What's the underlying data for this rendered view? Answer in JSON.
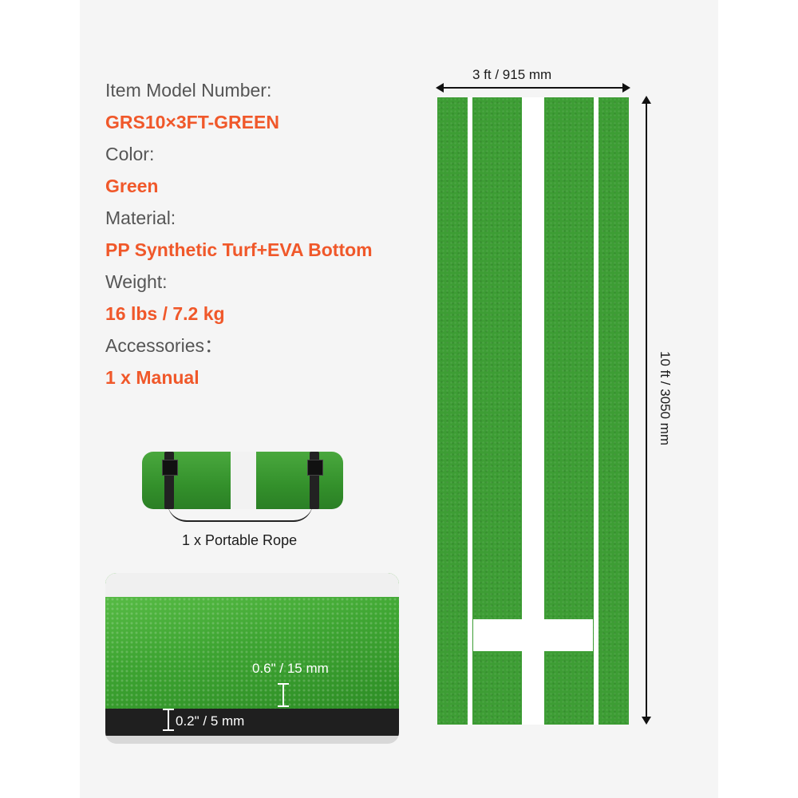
{
  "specs": {
    "model_label": "Item Model Number:",
    "model_value": "GRS10×3FT-GREEN",
    "color_label": "Color:",
    "color_value": "Green",
    "material_label": "Material:",
    "material_value": "PP Synthetic Turf+EVA Bottom",
    "weight_label": "Weight:",
    "weight_value": "16 lbs / 7.2 kg",
    "accessories_label": "Accessories：",
    "accessories_value": "1 x Manual"
  },
  "dimensions": {
    "width": "3 ft  /  915 mm",
    "length": "10 ft  /  3050 mm"
  },
  "accessory": {
    "caption": "1 x Portable Rope"
  },
  "closeup": {
    "turf_height": "0.6\" / 15 mm",
    "base_height": "0.2\" / 5 mm"
  },
  "colors": {
    "accent": "#f0582a",
    "turf_green": "#3d9d34",
    "label_gray": "#555555"
  }
}
